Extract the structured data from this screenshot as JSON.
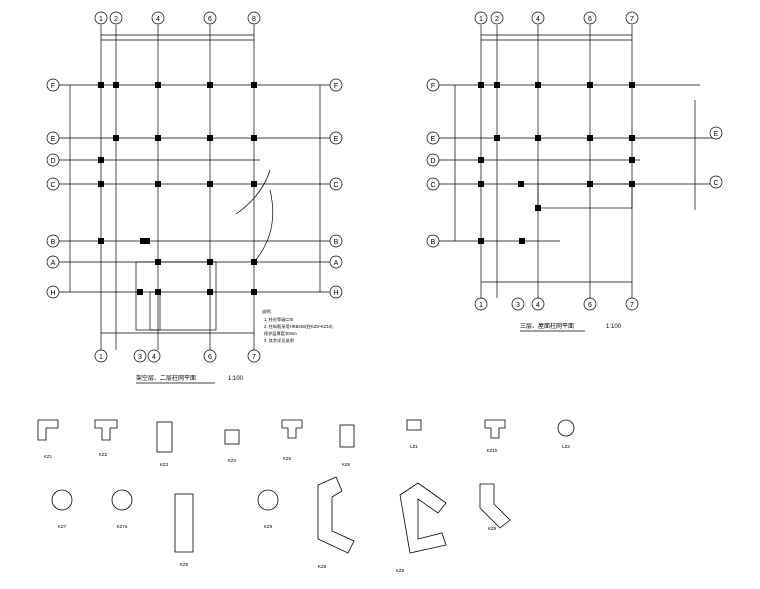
{
  "plan_left": {
    "title": "架空层、二层柱网平面",
    "scale": "1:100",
    "top_axes": [
      "1",
      "2",
      "4",
      "6",
      "8"
    ],
    "bottom_axes": [
      "1",
      "3",
      "4",
      "6",
      "7"
    ],
    "left_axes": [
      "F",
      "E",
      "D",
      "C",
      "B",
      "A",
      "H"
    ],
    "right_axes": [
      "F",
      "E",
      "C",
      "B",
      "A",
      "H"
    ],
    "notes": {
      "heading": "说明:",
      "line1": "1. 柱砼等级C30",
      "line2": "2. 柱纵筋采用HRB400(柱KZ8~KZ10)",
      "line3": "   保护层厚度30mm",
      "line4": "3. 其余详见说明"
    }
  },
  "plan_right": {
    "title": "三层、屋面柱网平面",
    "scale": "1:100",
    "top_axes": [
      "1",
      "2",
      "4",
      "6",
      "7"
    ],
    "bottom_axes": [
      "1",
      "3",
      "4",
      "6",
      "7"
    ],
    "left_axes": [
      "F",
      "E",
      "D",
      "C",
      "B"
    ],
    "right_axes": [
      "E",
      "C"
    ]
  },
  "details": {
    "row1": [
      "KZ1",
      "KZ2",
      "KZ3",
      "KZ4",
      "KZ5",
      "KZ6",
      "LZ1",
      "KZ10",
      "LZ2"
    ],
    "row2": [
      "KZ7",
      "KZ7a",
      "KZ8",
      "KZ9",
      "KZ8",
      "KZ8",
      "KZ8"
    ]
  }
}
